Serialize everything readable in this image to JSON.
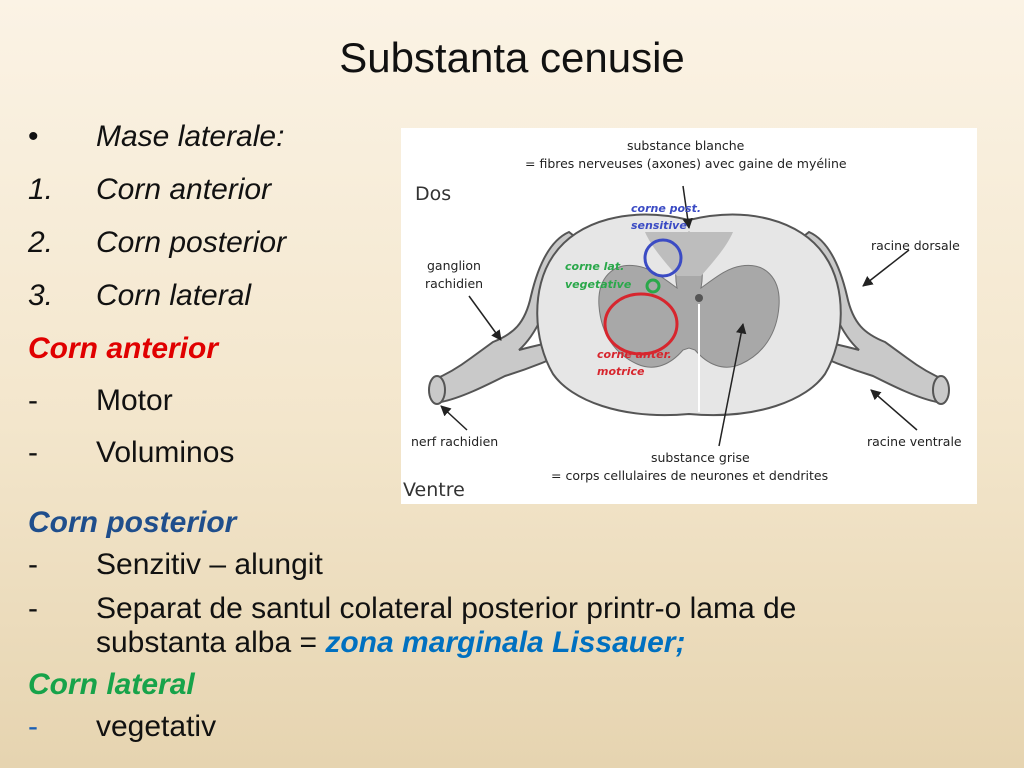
{
  "slide": {
    "title": "Substanta cenusie",
    "intro": [
      {
        "marker": "•",
        "text": "Mase laterale:"
      },
      {
        "marker": "1.",
        "text": "Corn anterior"
      },
      {
        "marker": "2.",
        "text": "Corn posterior"
      },
      {
        "marker": "3.",
        "text": "Corn lateral"
      }
    ],
    "anterior": {
      "heading": "Corn anterior",
      "items": [
        {
          "marker": "-",
          "text": "Motor"
        },
        {
          "marker": "-",
          "text": "Voluminos"
        }
      ]
    },
    "posterior": {
      "heading": "Corn posterior",
      "item1": {
        "marker": "-",
        "text": "Senzitiv – alungit"
      },
      "item2": {
        "marker": "-",
        "line1": "Separat de santul colateral posterior printr-o lama de",
        "line2_prefix": "substanta alba = ",
        "line2_emphasis": "zona marginala Lissauer;"
      }
    },
    "lateral": {
      "heading": "Corn lateral",
      "item": {
        "marker": "-",
        "text": " vegetativ"
      }
    }
  },
  "diagram": {
    "labels": {
      "blanche_1": "substance blanche",
      "blanche_2": "= fibres nerveuses (axones) avec gaine de myéline",
      "dos": "Dos",
      "ventre": "Ventre",
      "ganglion_1": "ganglion",
      "ganglion_2": "rachidien",
      "corne_post_1": "corne post.",
      "corne_post_2": "sensitive",
      "corne_lat_1": "corne lat.",
      "corne_lat_2": "vegetative",
      "corne_anter_1": "corne anter.",
      "corne_anter_2": "motrice",
      "racine_dorsale": "racine dorsale",
      "racine_ventrale": "racine ventrale",
      "nerf": "nerf rachidien",
      "grise_1": "substance grise",
      "grise_2": "= corps cellulaires de neurones et dendrites"
    },
    "colors": {
      "posterior_circle": "#3b4bc4",
      "lateral_circle": "#2aa84a",
      "anterior_circle": "#d7262e"
    }
  }
}
